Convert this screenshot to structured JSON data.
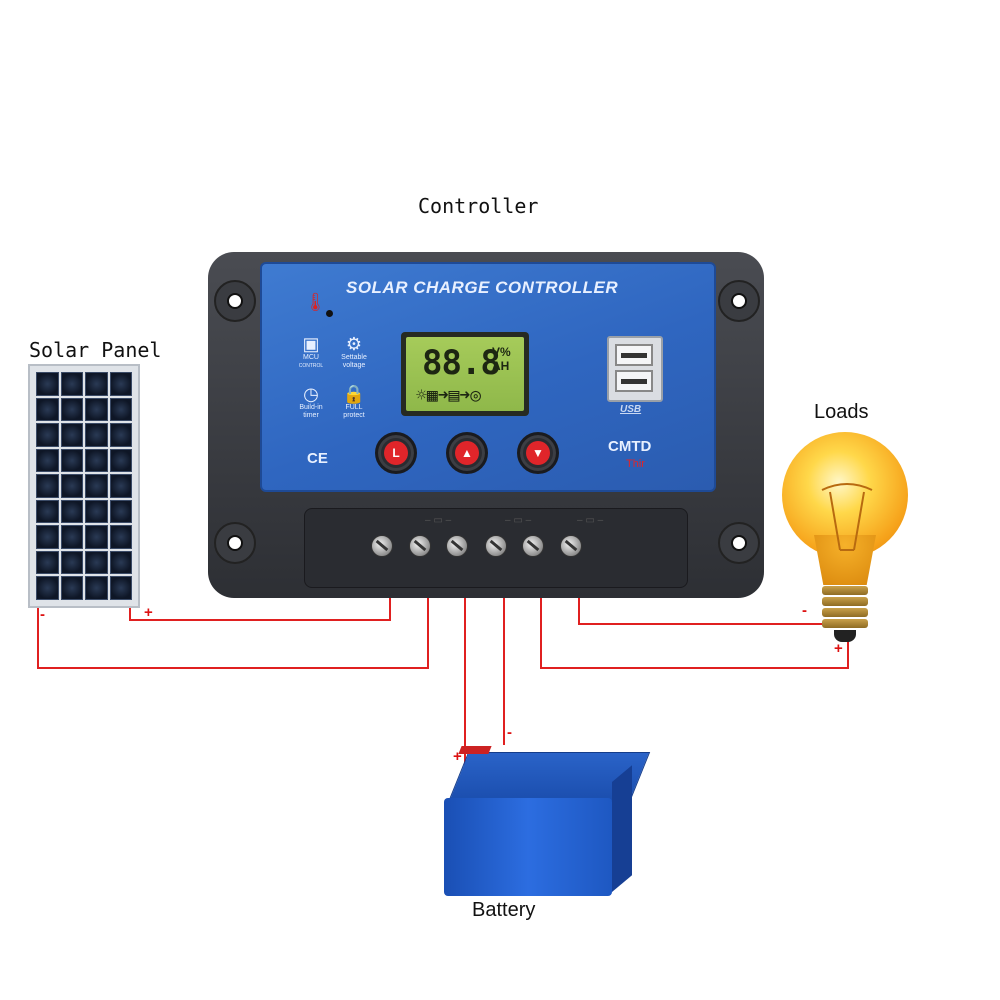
{
  "labels": {
    "controller": "Controller",
    "solar_panel": "Solar Panel",
    "loads": "Loads",
    "battery": "Battery"
  },
  "polarity": {
    "panel_minus": "-",
    "panel_plus": "+",
    "battery_plus": "+",
    "battery_minus": "-",
    "load_minus": "-",
    "load_plus": "+"
  },
  "controller": {
    "title": "SOLAR CHARGE CONTROLLER",
    "lcd_digits": "88.8",
    "lcd_units_top": "V%",
    "lcd_units_bottom": "AH",
    "features": [
      {
        "icon": "mcu-chip-icon",
        "text": "MCU",
        "sub": "CONTROL"
      },
      {
        "icon": "gear-icon",
        "text": "Settable",
        "sub": "voltage"
      },
      {
        "icon": "clock-icon",
        "text": "Build-in",
        "sub": "timer"
      },
      {
        "icon": "lock-icon",
        "text": "FULL",
        "sub": "protect"
      }
    ],
    "ce_mark": "CE",
    "buttons": [
      {
        "name": "menu-button",
        "symbol": "L"
      },
      {
        "name": "up-button",
        "symbol": "▲"
      },
      {
        "name": "down-button",
        "symbol": "▼"
      }
    ],
    "usb_label": "USB",
    "brand": "CMTD",
    "brand_sub": "Thir"
  },
  "colors": {
    "wire": "#e02020",
    "face": "#3f7bd1",
    "button": "#e0252a"
  }
}
